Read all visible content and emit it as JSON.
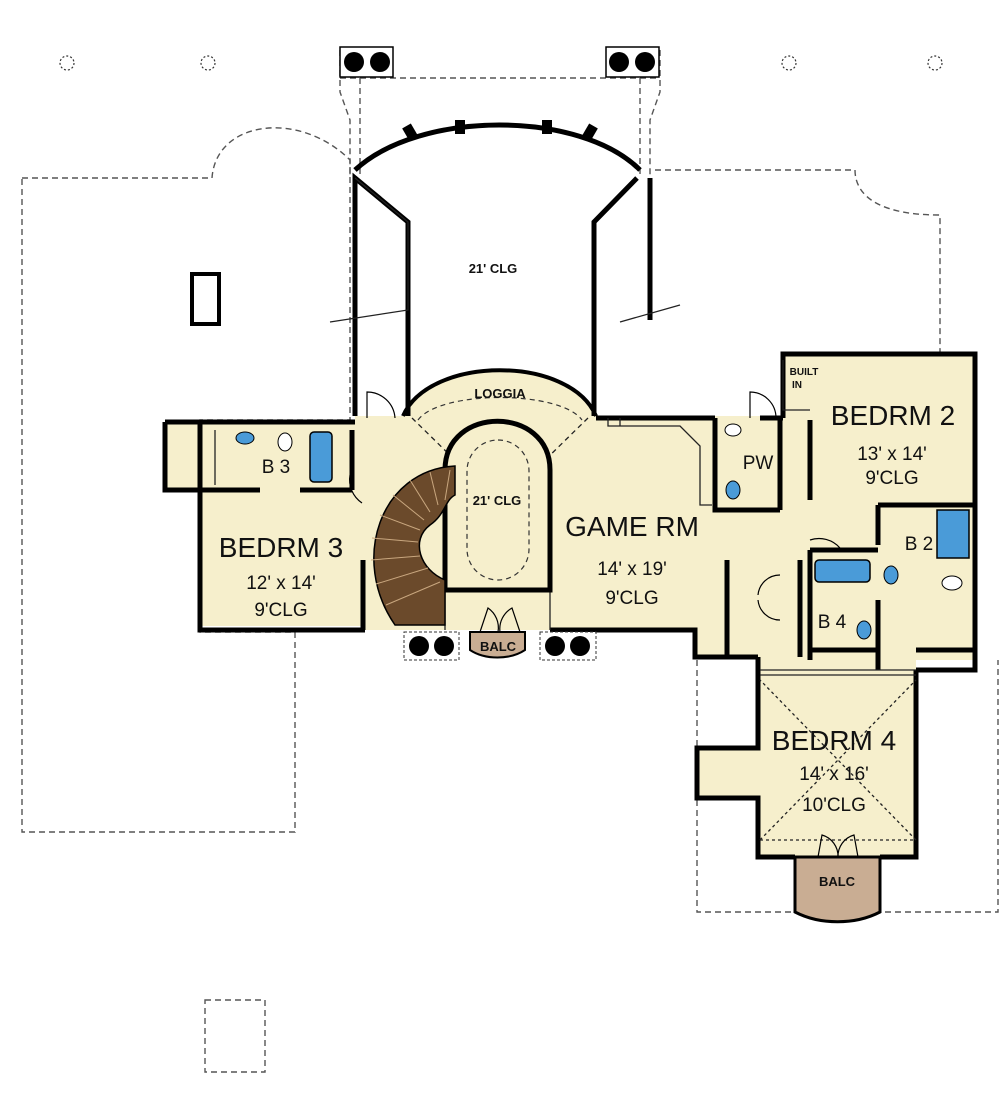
{
  "colors": {
    "floor": "#f6efcc",
    "wall": "#000000",
    "stair": "#6b4a2b",
    "balcony": "#c9ad93",
    "fixture": "#4a9bd8",
    "outline": "#555555"
  },
  "labels": {
    "top_ceiling": "21' CLG",
    "loggia": "LOGGIA",
    "stair_ceiling": "21' CLG",
    "game_room": {
      "name": "GAME RM",
      "size": "14' x 19'",
      "ceiling": "9'CLG"
    },
    "bedroom2": {
      "name": "BEDRM 2",
      "size": "13' x 14'",
      "ceiling": "9'CLG"
    },
    "bedroom3": {
      "name": "BEDRM 3",
      "size": "12' x 14'",
      "ceiling": "9'CLG"
    },
    "bedroom4": {
      "name": "BEDRM 4",
      "size": "14' x 16'",
      "ceiling": "10'CLG"
    },
    "bath2": "B 2",
    "bath3": "B 3",
    "bath4": "B 4",
    "powder": "PW",
    "built_in_1": "BUILT",
    "built_in_2": "IN",
    "balcony_front": "BALC",
    "balcony_rear": "BALC"
  }
}
